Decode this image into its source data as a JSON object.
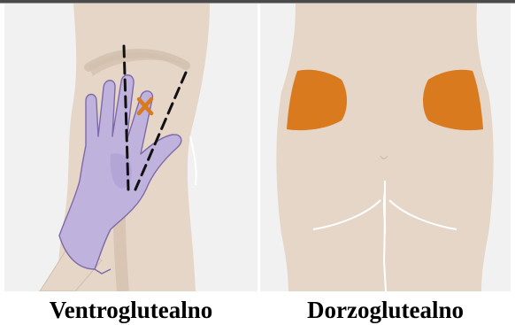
{
  "captions": {
    "left": "Ventroglutealno",
    "right": "Dorzoglutealno"
  },
  "colors": {
    "skin": "#e6d6c8",
    "skin_shadow": "#d8c5b4",
    "injection_site": "#d97a1e",
    "glove": "#bfb2dd",
    "glove_outline": "#7d6aa8",
    "background": "#f1f1f1"
  },
  "illustrations": {
    "left": "hand-on-hip-ventrogluteal-illustration",
    "right": "buttocks-dorsogluteal-illustration"
  }
}
